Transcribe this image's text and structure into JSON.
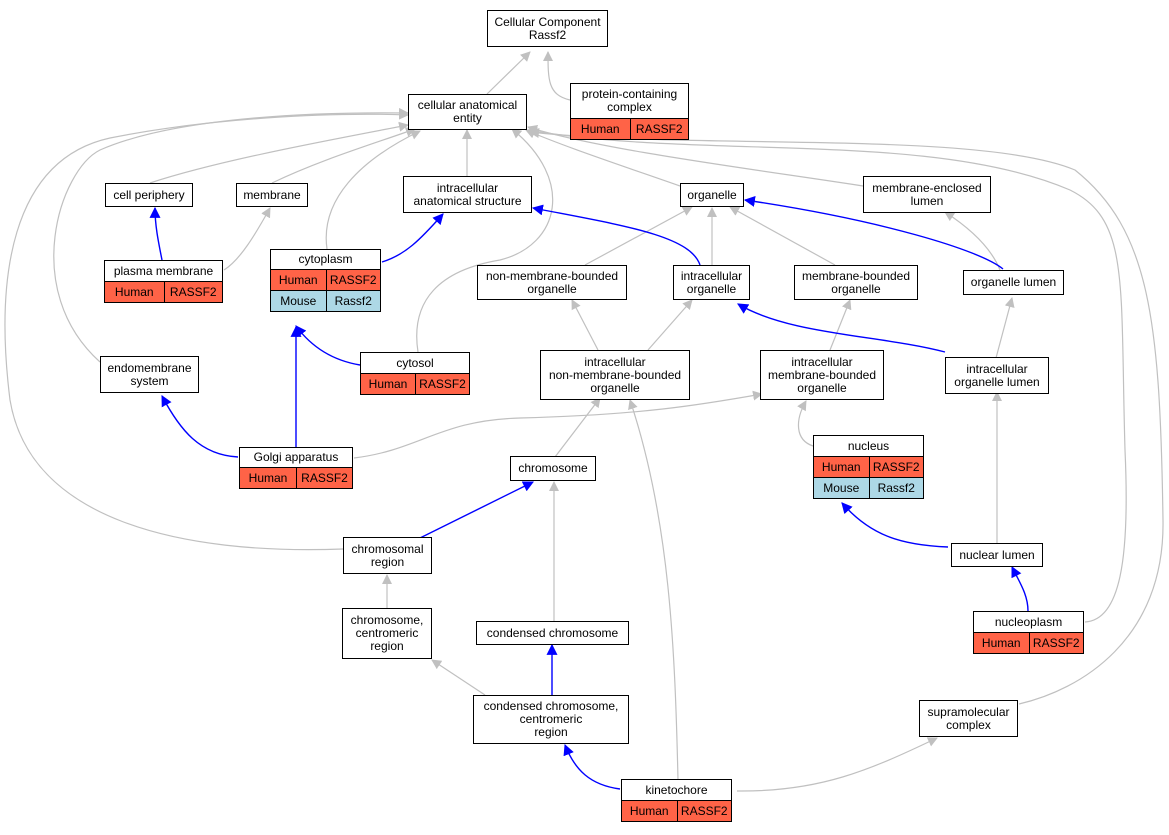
{
  "colors": {
    "human": "#ff6347",
    "mouse": "#add8e6",
    "edge_gray": "#c0c0c0",
    "edge_blue": "#0000ff"
  },
  "nodes": {
    "root": {
      "label": "Cellular Component\nRassf2"
    },
    "cae": {
      "label": "cellular anatomical\nentity"
    },
    "pcc": {
      "label": "protein-containing\ncomplex",
      "rows": [
        {
          "species": "Human",
          "gene": "RASSF2"
        }
      ]
    },
    "cellper": {
      "label": "cell periphery"
    },
    "membrane": {
      "label": "membrane"
    },
    "ias": {
      "label": "intracellular\nanatomical structure"
    },
    "organelle": {
      "label": "organelle"
    },
    "mel": {
      "label": "membrane-enclosed\nlumen"
    },
    "pm": {
      "label": "plasma membrane",
      "rows": [
        {
          "species": "Human",
          "gene": "RASSF2"
        }
      ]
    },
    "cyto": {
      "label": "cytoplasm",
      "rows": [
        {
          "species": "Human",
          "gene": "RASSF2"
        },
        {
          "species": "Mouse",
          "gene": "Rassf2"
        }
      ]
    },
    "nmbo": {
      "label": "non-membrane-bounded\norganelle"
    },
    "io": {
      "label": "intracellular\norganelle"
    },
    "mbo": {
      "label": "membrane-bounded\norganelle"
    },
    "ol": {
      "label": "organelle lumen"
    },
    "endo": {
      "label": "endomembrane\nsystem"
    },
    "cytosol": {
      "label": "cytosol",
      "rows": [
        {
          "species": "Human",
          "gene": "RASSF2"
        }
      ]
    },
    "inmbo": {
      "label": "intracellular\nnon-membrane-bounded\norganelle"
    },
    "imbo": {
      "label": "intracellular\nmembrane-bounded\norganelle"
    },
    "iol": {
      "label": "intracellular\norganelle lumen"
    },
    "golgi": {
      "label": "Golgi apparatus",
      "rows": [
        {
          "species": "Human",
          "gene": "RASSF2"
        }
      ]
    },
    "chrom": {
      "label": "chromosome"
    },
    "nucleus": {
      "label": "nucleus",
      "rows": [
        {
          "species": "Human",
          "gene": "RASSF2"
        },
        {
          "species": "Mouse",
          "gene": "Rassf2"
        }
      ]
    },
    "chromreg": {
      "label": "chromosomal\nregion"
    },
    "nl": {
      "label": "nuclear lumen"
    },
    "ccr": {
      "label": "chromosome,\ncentromeric\nregion"
    },
    "cc": {
      "label": "condensed chromosome"
    },
    "np": {
      "label": "nucleoplasm",
      "rows": [
        {
          "species": "Human",
          "gene": "RASSF2"
        }
      ]
    },
    "cccr": {
      "label": "condensed chromosome,\ncentromeric\nregion"
    },
    "smc": {
      "label": "supramolecular\ncomplex"
    },
    "kin": {
      "label": "kinetochore",
      "rows": [
        {
          "species": "Human",
          "gene": "RASSF2"
        }
      ]
    }
  }
}
